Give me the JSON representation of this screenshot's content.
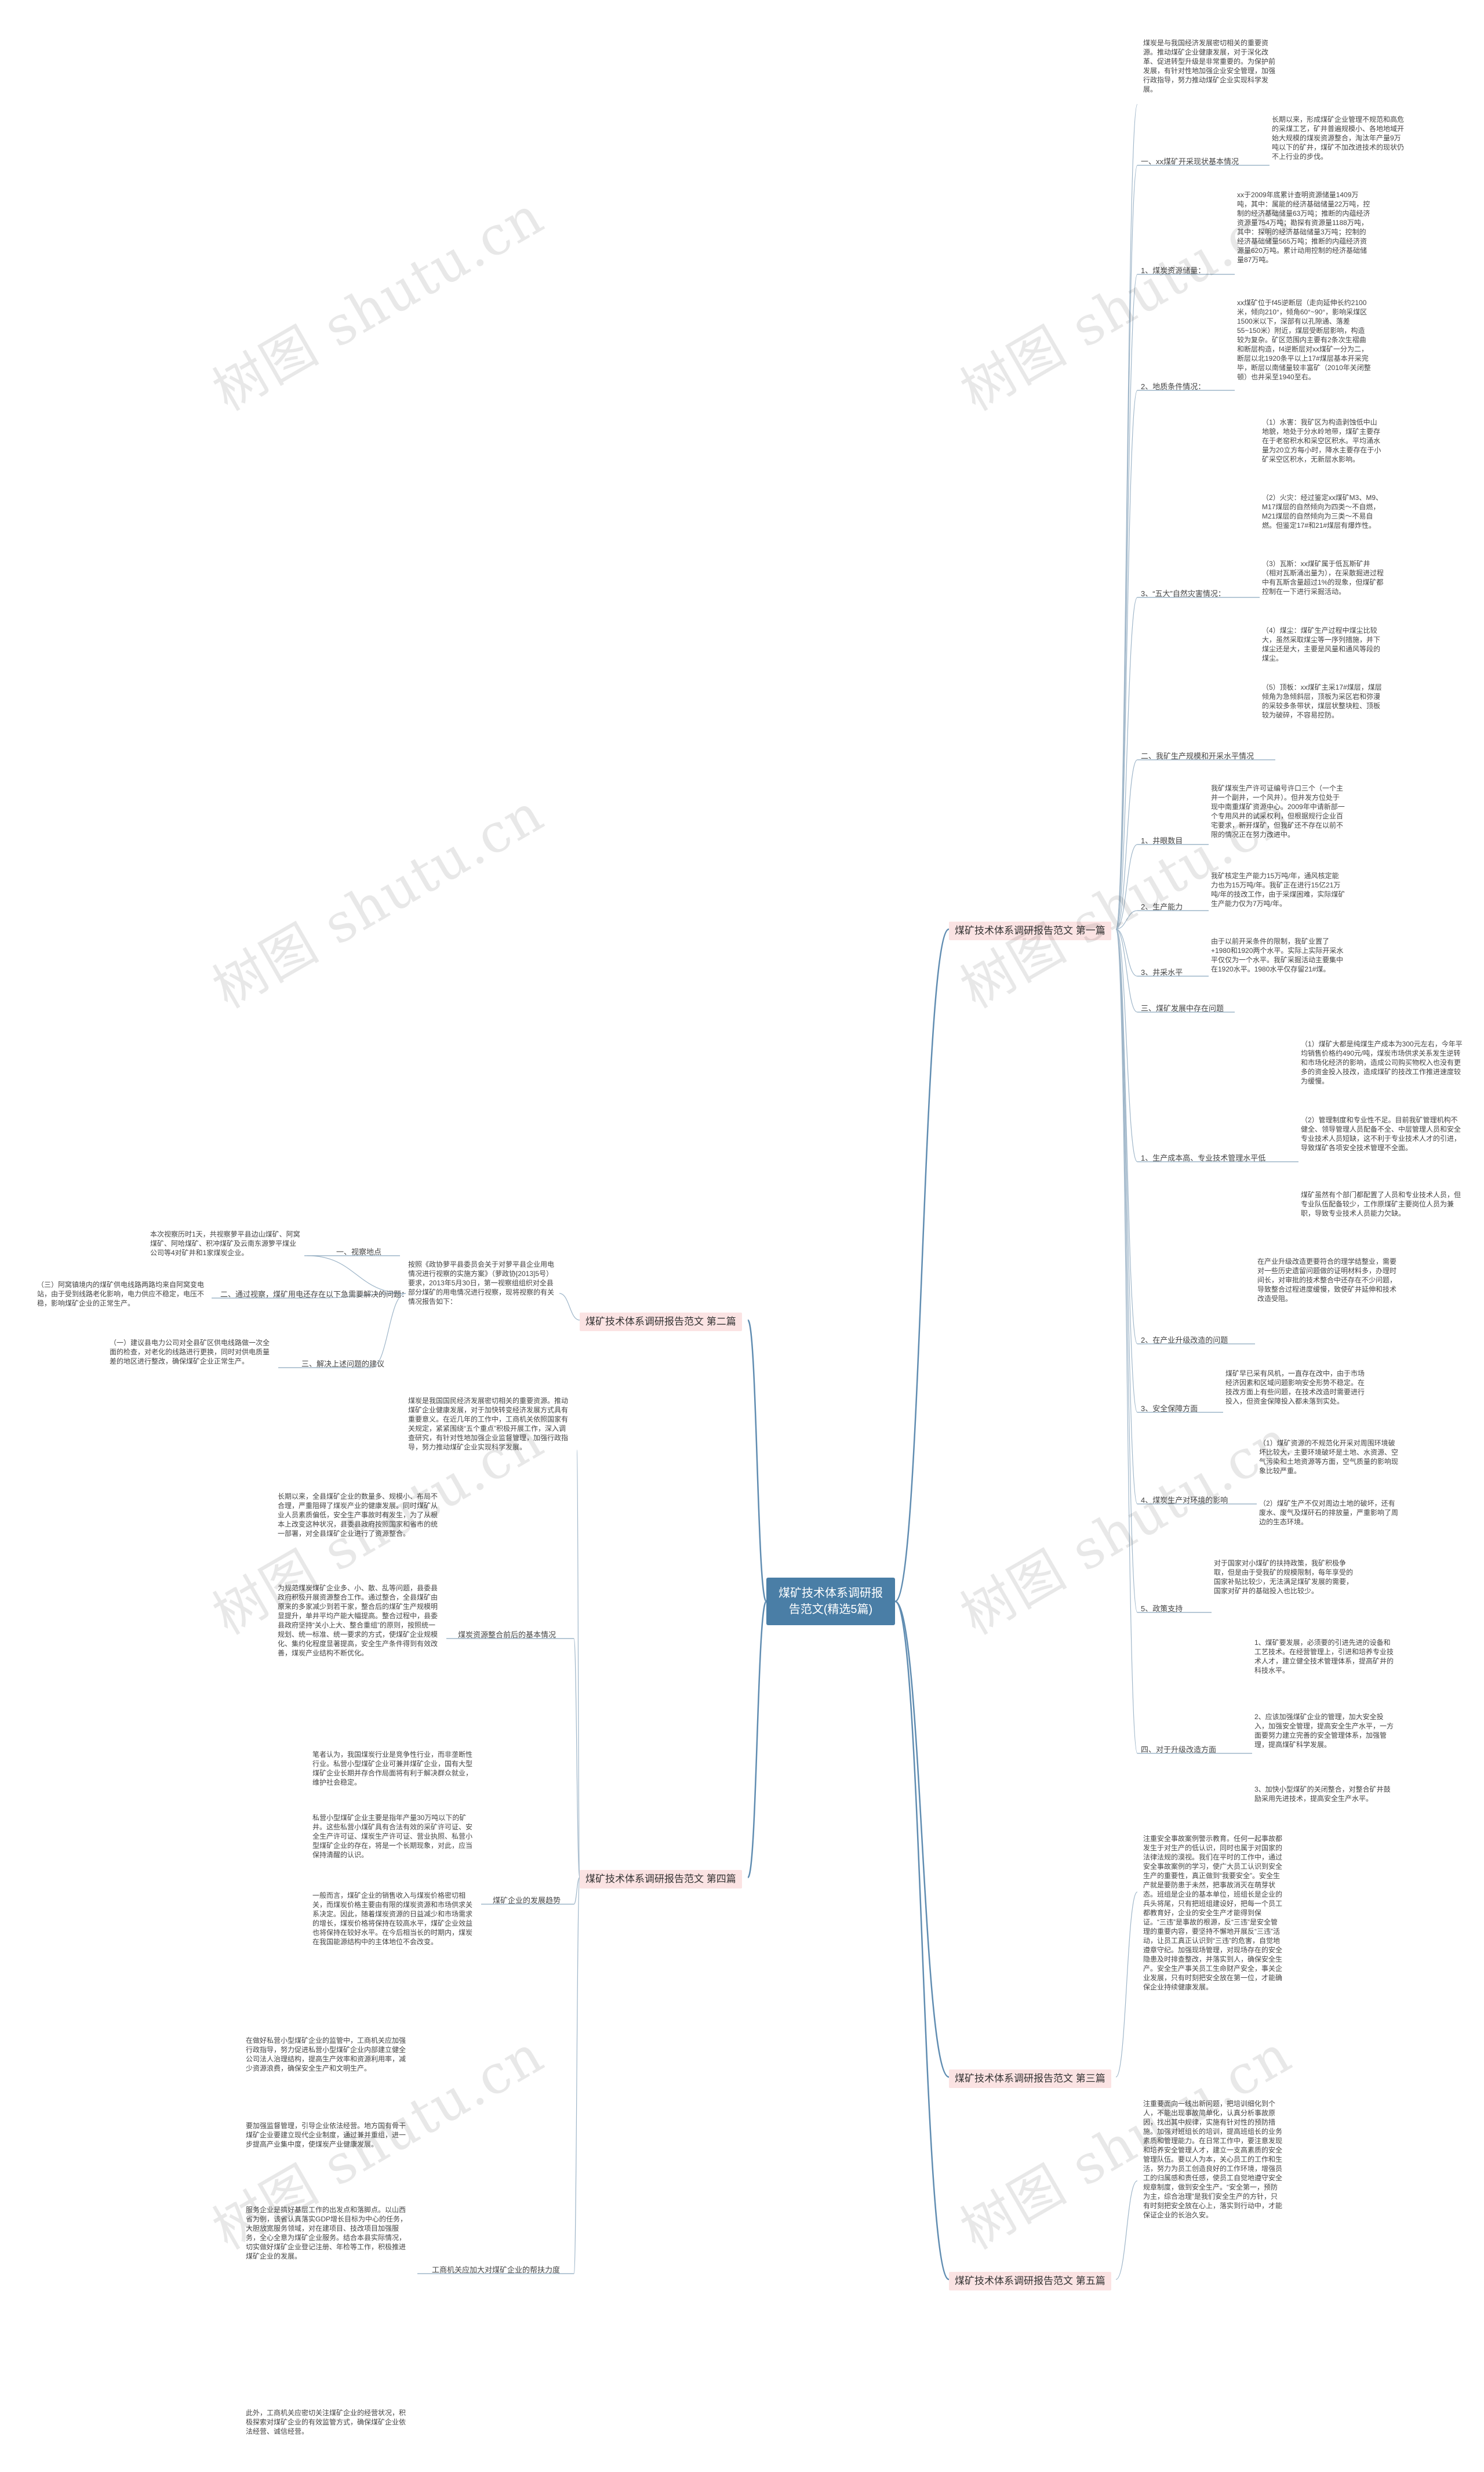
{
  "root": "煤矿技术体系调研报告范文(精选5篇)",
  "branches": [
    {
      "id": "b1",
      "label": "煤矿技术体系调研报告范文 第一篇"
    },
    {
      "id": "b2",
      "label": "煤矿技术体系调研报告范文 第二篇"
    },
    {
      "id": "b3",
      "label": "煤矿技术体系调研报告范文 第三篇"
    },
    {
      "id": "b4",
      "label": "煤矿技术体系调研报告范文 第四篇"
    },
    {
      "id": "b5",
      "label": "煤矿技术体系调研报告范文 第五篇"
    }
  ],
  "b1": {
    "intro": "煤炭是与我国经济发展密切相关的重要资源。推动煤矿企业健康发展，对于深化改革、促进转型升级是非常重要的。为保护前发展，有针对性地加强企业安全管理，加强行政指导，努力推动煤矿企业实现科学发展。",
    "h1": "一、xx煤矿开采现状基本情况",
    "h1_text": "长期以来，形成煤矿企业管理不规范和高危的采煤工艺，矿井普遍规模小、各地地域开始大规模的煤炭资源整合，淘汰年产量9万吨以下的矿井，煤矿不加改进技术的现状仍不上行业的步伐。",
    "s1": "1、煤炭资源储量：",
    "s1_text": "xx于2009年底累计查明资源储量1409万吨，其中：属能的经济基础储量22万吨，控制的经济基础储量63万吨；推断的内蕴经济资源量754万吨；勘探有资源量1188万吨，其中：探明的经济基础储量3万吨；控制的经济基础储量565万吨；推断的内蕴经济资源量620万吨。累计动用控制的经济基础储量87万吨。",
    "s2": "2、地质条件情况：",
    "s2_text": "xx煤矿位于f45逆断层（走向延伸长约2100米，倾向210°，倾角60°~90°，影响采煤区1500米以下，深部有以孔隙通、落差55~150米）附近，煤层受断层影响，构造较为复杂。矿区范围内主要有2条次生褶曲和断层构造，f4逆断层对xx煤矿一分为二，断层以北1920条平以上17#煤层基本开采完毕，断层以南储量较丰富矿（2010年关闭整顿）也井采至1940至右。",
    "s3": "3、“五大”自然灾害情况：",
    "s3_items": [
      "（1）水害：我矿区为构造剥蚀低中山地貌，地处于分水岭地带，煤矿主要存在于老窑积水和采空区积水。平均涌水量为20立方每小时，降水主要存在于小矿采空区积水，无新层水影响。",
      "（2）火灾：经过鉴定xx煤矿M3、M9、M17煤层的自然倾向为四类～不自燃，M21煤层的自然倾向为三类～不易自燃。但鉴定17#和21#煤层有爆炸性。",
      "（3）瓦斯：xx煤矿属于低瓦斯矿井（相对瓦斯涌出量为），在采散掘进过程中有瓦斯含量超过1%的现象，但煤矿都控制在一下进行采掘活动。",
      "（4）煤尘：煤矿生产过程中煤尘比较大，虽然采取煤尘等一序列措施，并下煤尘还是大，主要是风量和通风等段的煤尘。",
      "（5）顶板：xx煤矿主采17#煤层，煤层倾角为急倾斜层，顶板为采区岩和弥漫的采较多条带状，煤层状整块粒、顶板较为破碎，不容易控防。"
    ],
    "h2": "二、我矿生产规模和开采水平情况",
    "p1": "1、井眼数目",
    "p1_text": "我矿煤炭生产许可证编号许口三个（一个主井一个副井，一个风井）。但井发方位处于现中南重煤矿资源中心。2009年中请新部一个专用风井的试采权利，但根据规行企业百宅要求，新开煤矿，但我矿还不存在以前不限的情况正在努力改进中。",
    "p2": "2、生产能力",
    "p2_text": "我矿核定生产能力15万吨/年，通风核定能力也为15万吨/年。我矿正在进行15亿21万吨/年的技改工作，由于采煤困难，实际煤矿生产能力仅为7万吨/年。",
    "p3": "3、井采水平",
    "p3_text": "由于以前开采条件的限制，我矿业置了+1980和1920两个水平。实际上实际开采水平仅仅为一个水平。我矿采掘活动主要集中在1920水平。1980水平仅存留21#煤。",
    "h3": "三、煤矿发展中存在问题",
    "q1": "1、生产成本高、专业技术管理水平低",
    "q1_items": [
      "（1）煤矿大都是纯煤生产成本为300元左右，今年平均销售价格约490元/吨，煤炭市场供求关系发生逆转和市场化经济的影响，造成公司购买物权入也没有更多的资金投入技改，造成煤矿的技改工作推进速度较为缓慢。",
      "（2）管理制度和专业性不足。目前我矿管理机构不健全、领导管理人员配备不全、中层管理人员和安全专业技术人员短缺，这不利于专业技术人才的引进，导致煤矿各项安全技术管理不全面。",
      "煤矿虽然有个部门都配置了人员和专业技术人员，但专业队伍配备较少，工作原煤矿主要岗位人员为兼职，导致专业技术人员能力欠缺。"
    ],
    "q2": "2、在产业升级改造的问题",
    "q2_text": "在产业升级改造更要符合的理学结整业，需要对一些历史遗留问题做的证明材料多，办理时间长，对审批的技术整合中还存在不少问题，导致整合过程进度缓慢，致使矿井延伸和技术改造受阻。",
    "q3": "3、安全保障方面",
    "q3_text": "煤矿早已采有风机，一直存在改中，由于市场经济因素和区域问题影响安全形势不稳定。在技改方面上有些问题，在技术改造时需要进行投入，但资金保障投入都未落到实处。",
    "q4": "4、煤炭生产对环境的影响",
    "q4_items": [
      "（1）煤矿资源的不规范化开采对周围环境破坏比较大，主要环境破坏是土地、水资源、空气污染和土地资源等方面，空气质量的影响现象比较严重。",
      "（2）煤矿生产不仅对周边土地的破坏，还有废水、废气及煤矸石的排放量，严重影响了周边的生态环境。"
    ],
    "q5": "5、政策支持",
    "q5_text": "对于国家对小煤矿的扶持政策，我矿积极争取，但是由于受我矿的规模限制，每年享受的国家补贴比较少，无法满足煤矿发展的需要，国家对矿井的基础投入也比较少。",
    "q6": "四、对于升级改造方面",
    "q6_items": [
      "1、煤矿要发展，必须要的引进先进的设备和工艺技术。在经营管理上，引进和培养专业技术人才，建立健全技术管理体系，提高矿井的科技水平。",
      "2、应该加强煤矿企业的管理，加大安全投入，加强安全管理，提高安全生产水平，一方面要努力建立完善的安全管理体系，加强管理，提高煤矿科学发展。",
      "3、加快小型煤矿的关闭整合，对整合矿井鼓励采用先进技术，提高安全生产水平。"
    ]
  },
  "b2": {
    "intro": "按照《政协萝平县委员会关于对萝平县企业用电情况进行视察的实施方案》（萝政协[2013]5号）要求，2013年5月30日，第一视察组组织对全县部分煤矿的用电情况进行视察，现将视察的有关情况报告如下：",
    "i1": "一、视察地点",
    "i1_text": "本次视察历时1天，共视察萝平县边山煤矿、阿窝煤矿、阿哈煤矿、积冲煤矿及云南东源箩平煤业公司等4对矿井和1家煤炭企业。",
    "i2": "二、通过视察，煤矿用电还存在以下急需要解决的问题：",
    "i2_text": "（三）阿窝镇境内的煤矿供电线路两路均来自阿窝变电站，由于受到线路老化影响，电力供应不稳定，电压不稳，影响煤矿企业的正常生产。",
    "i3": "三、解决上述问题的建议",
    "i3_text": "（一）建议县电力公司对全县矿区供电线路做一次全面的检查，对老化的线路进行更换，同时对供电质量差的地区进行整改，确保煤矿企业正常生产。"
  },
  "b3": {
    "text": "注重安全事故案例警示教育。任何一起事故都发生于对生产的低认识，同时也属于对国家的法律法规的漠视。我们在平时的工作中，通过安全事故案例的学习，使广大员工认识到安全生产的重要性，真正做到“我要安全”。安全生产就是要防患于未然，把事故消灭在萌芽状态。班组是企业的基本单位，班组长是企业的兵头将尾，只有把班组建设好，把每一个员工都教育好，企业的安全生产才能得到保证。“三违”是事故的根源，反“三违”是安全管理的重要内容，要坚持不懈地开展反“三违”活动，让员工真正认识到“三违”的危害，自觉地遵章守纪。加强现场管理，对现场存在的安全隐患及时排查整改，并落实到人，确保安全生产。安全生产事关员工生命财产安全，事关企业发展，只有时刻把安全放在第一位，才能确保企业持续健康发展。"
  },
  "b4": {
    "intro": "煤炭是我国国民经济发展密切相关的重要资源。推动煤矿企业健康发展，对于加快转变经济发展方式具有重要意义。在近几年的工作中，工商机关依照国家有关规定，紧紧围绕“五个重点”积极开展工作，深入调查研究，有针对性地加强企业监督管理，加强行政指导，努力推动煤矿企业实现科学发展。",
    "c1": "煤炭资源整合前后的基本情况",
    "c1_items": [
      "长期以来，全县煤矿企业的数量多、规模小、布局不合理，严重阻碍了煤炭产业的健康发展。同时煤矿从业人员素质偏低，安全生产事故时有发生，为了从根本上改变这种状况，县委县政府按照国家和省市的统一部署，对全县煤矿企业进行了资源整合。",
      "为规范煤炭煤矿企业多、小、散、乱等问题，县委县政府积极开展资源整合工作。通过整合，全县煤矿由原来的多家减少到若干家，整合后的煤矿生产规模明显提升，单井平均产能大幅提高。整合过程中，县委县政府坚持“关小上大、整合重组”的原则，按照统一规划、统一标准、统一要求的方式，使煤矿企业规模化、集约化程度显著提高，安全生产条件得到有效改善，煤炭产业结构不断优化。"
    ],
    "c2": "煤矿企业的发展趋势",
    "c2_items": [
      "笔者认为，我国煤炭行业是竞争性行业，而非垄断性行业。私营小型煤矿企业可兼并煤矿企业，国有大型煤矿企业长期并存合作局面将有利于解决群众就业，维护社会稳定。",
      "私营小型煤矿企业主要是指年产量30万吨以下的矿井。这些私营小煤矿具有合法有效的采矿许可证、安全生产许可证、煤炭生产许可证、营业执照、私营小型煤矿企业的存在，将是一个长期现象，对此，应当保持清醒的认识。",
      "一般而言，煤矿企业的销售收入与煤炭价格密切相关，而煤炭价格主要由有限的煤炭资源和市场供求关系决定。因此，随着煤炭资源的日益减少和市场需求的增长，煤炭价格将保持在较高水平，煤矿企业效益也将保持在较好水平。在今后相当长的时期内，煤炭在我国能源结构中的主体地位不会改变。"
    ],
    "c3": "工商机关应加大对煤矿企业的帮扶力度",
    "c3_items": [
      "在做好私营小型煤矿企业的监管中，工商机关应加强行政指导，努力促进私营小型煤矿企业内部建立健全公司法人治理结构，提高生产效率和资源利用率，减少资源浪费，确保安全生产和文明生产。",
      "要加强监督管理，引导企业依法经营。地方国有骨干煤矿企业要建立现代企业制度，通过兼并重组，进一步提高产业集中度，使煤炭产业健康发展。",
      "服务企业是搞好基层工作的出发点和落脚点。以山西省为例，该省认真落实GDP增长目标为中心的任务，大胆放宽服务领域，对在建项目、技改项目加强服务，全心全意为煤矿企业服务。结合本县实际情况，切实做好煤矿企业登记注册、年检等工作，积极推进煤矿企业的发展。",
      "此外，工商机关应密切关注煤矿企业的经营状况，积极探索对煤矿企业的有效监管方式，确保煤矿企业依法经营、诚信经营。"
    ]
  },
  "b5": {
    "text": "注重要面向一线出新问题，把培训细化到个人，不能出现事故简单化，认真分析事故原因，找出其中规律，实施有针对性的预防措施。加强对班组长的培训，提高班组长的业务素质和管理能力。在日常工作中，要注意发现和培养安全管理人才，建立一支高素质的安全管理队伍。要以人为本，关心员工的工作和生活，努力为员工创造良好的工作环境，增强员工的归属感和责任感，使员工自觉地遵守安全规章制度，做到安全生产。“安全第一，预防为主，综合治理”是我们安全生产的方针，只有时刻把安全放在心上，落实到行动中，才能保证企业的长治久安。"
  },
  "watermark": "树图 shutu.cn"
}
